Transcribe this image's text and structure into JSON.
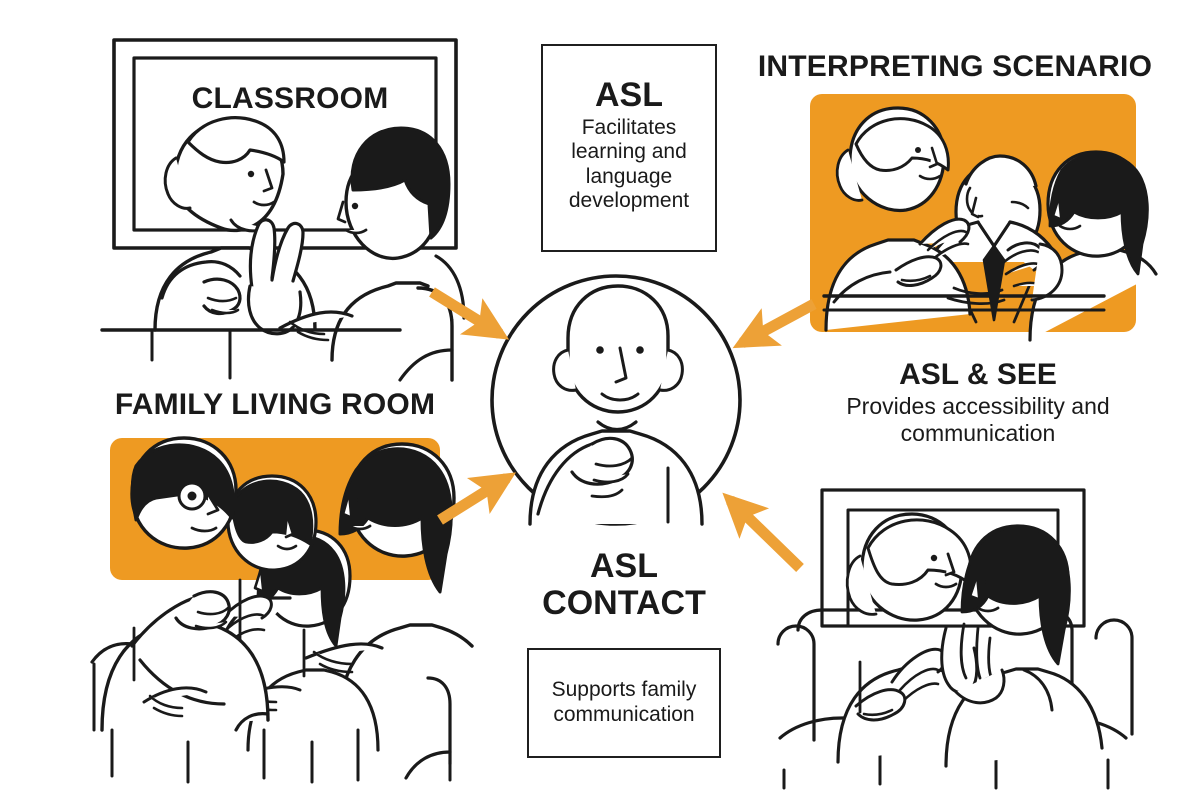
{
  "page": {
    "background": "#ffffff",
    "line_color": "#1a1a1a",
    "panel_orange": "#ee9a22",
    "arrow_orange": "#eda137"
  },
  "titles": {
    "classroom": "CLASSROOM",
    "family_living_room": "FAMILY LIVING ROOM",
    "interpreting_scenario": "INTERPRETING SCENARIO"
  },
  "boxes": {
    "asl": {
      "heading": "ASL",
      "body": "Facilitates learning and language development"
    },
    "asl_contact": {
      "heading": "ASL CONTACT",
      "body": "Supports family communication"
    }
  },
  "captions": {
    "asl_see": {
      "heading": "ASL & SEE",
      "body": "Provides accessibility and communication"
    }
  },
  "center": {
    "figure": "person-pointing-signing"
  },
  "arrows": [
    {
      "name": "arrow-from-classroom",
      "from": "classroom",
      "to": "center",
      "direction": "down-right"
    },
    {
      "name": "arrow-from-interpreting",
      "from": "interpreting-scenario",
      "to": "center",
      "direction": "down-left"
    },
    {
      "name": "arrow-from-family",
      "from": "family-living-room",
      "to": "center",
      "direction": "up-right"
    },
    {
      "name": "arrow-from-sofa",
      "from": "home-conversation",
      "to": "center",
      "direction": "up-left"
    }
  ],
  "scenes": {
    "classroom": {
      "figures": [
        "teacher-signing",
        "student-seated"
      ],
      "props": [
        "whiteboard",
        "desk",
        "chair"
      ],
      "panel": false
    },
    "family_living_room": {
      "figures": [
        "father-with-glasses",
        "boy",
        "girl",
        "mother"
      ],
      "props": [
        "chairs"
      ],
      "panel": true
    },
    "interpreting_scenario": {
      "figures": [
        "woman-signing",
        "man-in-suit",
        "woman-listening"
      ],
      "props": [
        "desk"
      ],
      "panel": true
    },
    "home_conversation": {
      "figures": [
        "woman-left",
        "woman-right"
      ],
      "props": [
        "sofa",
        "framed-picture"
      ],
      "panel": false
    }
  }
}
